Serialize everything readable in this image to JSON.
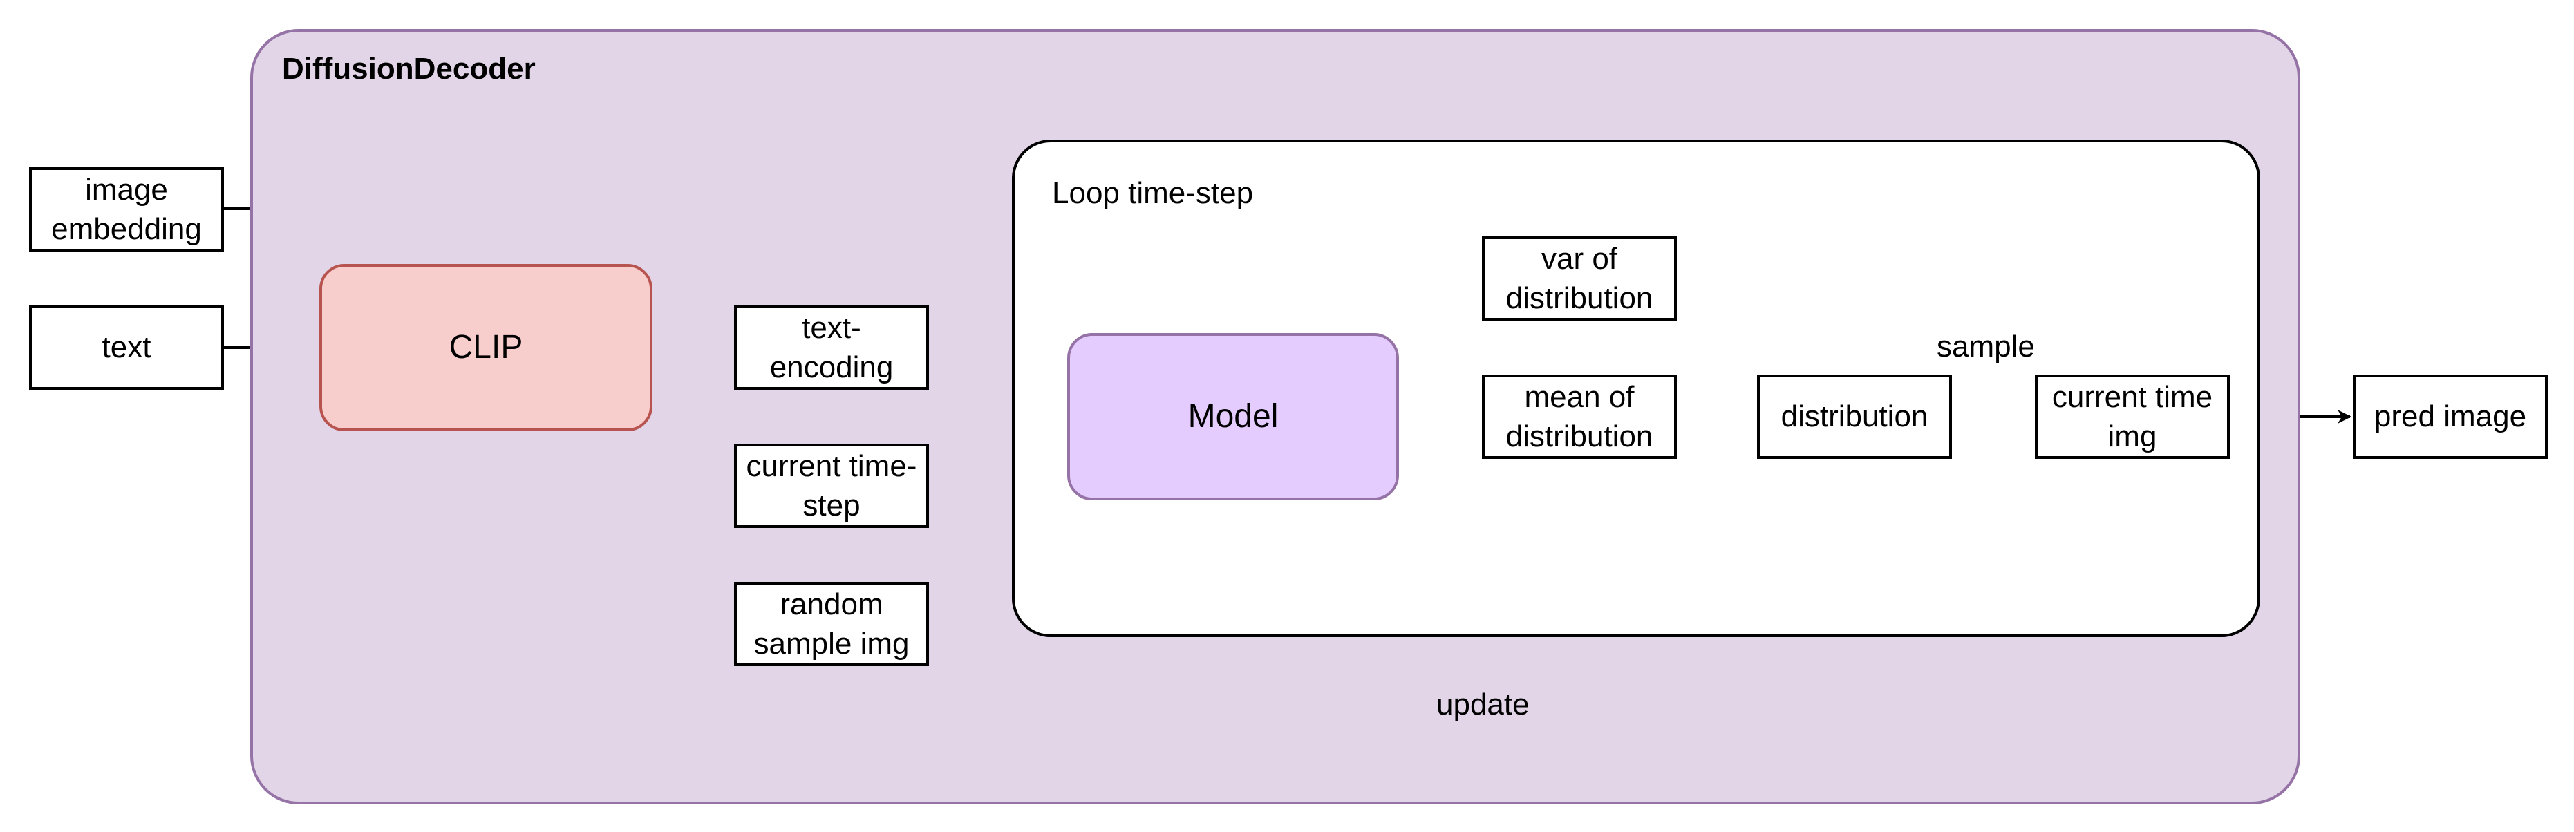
{
  "colors": {
    "decoder_fill": "#e1d5e7",
    "decoder_border": "#9673a6",
    "clip_fill": "#f8cecc",
    "clip_border": "#b85450",
    "model_fill": "#e5ccff",
    "model_border": "#9673a6",
    "update_arrow": "#4c0099",
    "line": "#000000"
  },
  "decoder": {
    "title": "DiffusionDecoder"
  },
  "loop": {
    "title": "Loop time-step"
  },
  "inputs": {
    "image_embedding": "image\nembedding",
    "text": "text"
  },
  "clip": {
    "label": "CLIP"
  },
  "nodes": {
    "text_encoding": "text-\nencoding",
    "current_time_step": "current time-\nstep",
    "random_sample_img": "random\nsample img",
    "model": "Model",
    "var_of_distribution": "var of\ndistribution",
    "mean_of_distribution": "mean of\ndistribution",
    "distribution": "distribution",
    "current_time_img": "current time\nimg",
    "pred_image": "pred image"
  },
  "edge_labels": {
    "sample": "sample",
    "update": "update"
  }
}
